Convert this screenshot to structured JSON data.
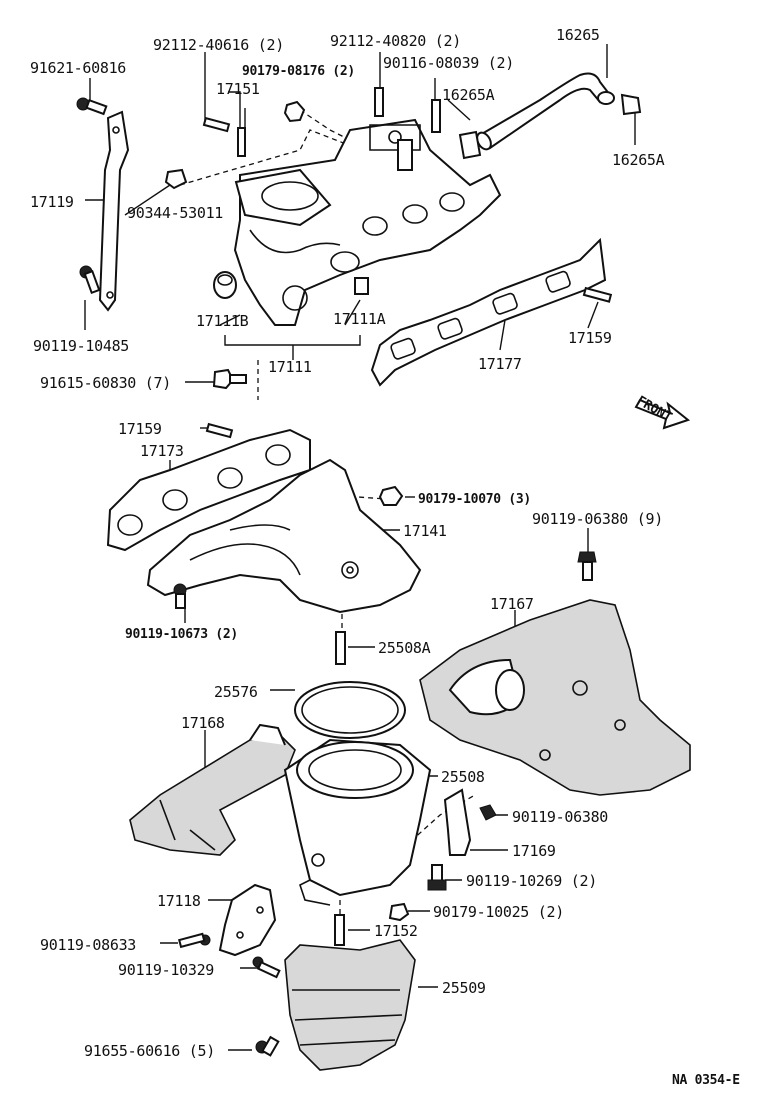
{
  "diagram_code": "NA 0354-E",
  "labels": {
    "p92112_40616": "92112-40616 (2)",
    "p92112_40820": "92112-40820 (2)",
    "p16265": "16265",
    "p91621_60816": "91621-60816",
    "p90179_08176": "90179-08176 (2)",
    "p90116_08039": "90116-08039 (2)",
    "p17151": "17151",
    "p16265A_top": "16265A",
    "p16265A_right": "16265A",
    "p17119": "17119",
    "p90344_53011": "90344-53011",
    "p17111B": "17111B",
    "p17111A": "17111A",
    "p17159_top": "17159",
    "p90119_10485": "90119-10485",
    "p17111": "17111",
    "p17177": "17177",
    "p91615_60830": "91615-60830 (7)",
    "front": "FRONT",
    "p17159_mid": "17159",
    "p17173": "17173",
    "p90179_10070": "90179-10070 (3)",
    "p17141": "17141",
    "p90119_06380_9": "90119-06380 (9)",
    "p90119_10673": "90119-10673 (2)",
    "p17167": "17167",
    "p25508A": "25508A",
    "p25576": "25576",
    "p17168": "17168",
    "p25508": "25508",
    "p90119_06380": "90119-06380",
    "p17169": "17169",
    "p90119_10269": "90119-10269 (2)",
    "p17118": "17118",
    "p90179_10025": "90179-10025 (2)",
    "p17152": "17152",
    "p90119_08633": "90119-08633",
    "p90119_10329": "90119-10329",
    "p25509": "25509",
    "p91655_60616": "91655-60616 (5)"
  }
}
